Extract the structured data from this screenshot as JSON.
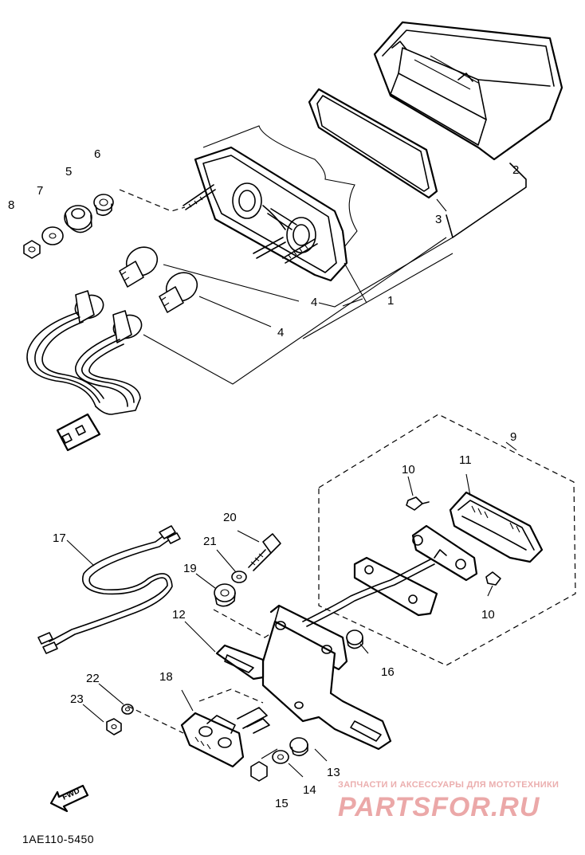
{
  "callouts": {
    "c1": "1",
    "c2": "2",
    "c3": "3",
    "c4a": "4",
    "c4b": "4",
    "c5": "5",
    "c6": "6",
    "c7": "7",
    "c8": "8",
    "c9": "9",
    "c10a": "10",
    "c10b": "10",
    "c11": "11",
    "c12": "12",
    "c13": "13",
    "c14": "14",
    "c15": "15",
    "c16": "16",
    "c17": "17",
    "c18": "18",
    "c19": "19",
    "c20": "20",
    "c21": "21",
    "c22": "22",
    "c23": "23"
  },
  "footer": {
    "diagram_code": "1AE110-5450",
    "fwd_label": "FWD"
  },
  "watermark": {
    "subtitle": "ЗАПЧАСТИ И АКСЕССУАРЫ ДЛЯ МОТОТЕХНИКИ",
    "brand": "PARTSFOR.RU",
    "color": "#e89a9a"
  }
}
